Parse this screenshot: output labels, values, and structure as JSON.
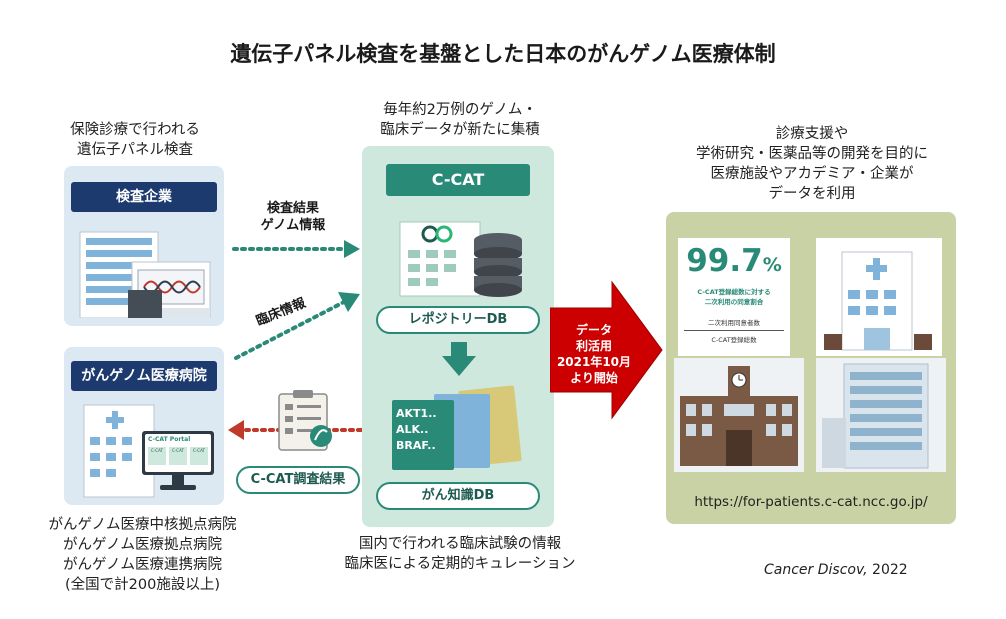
{
  "title": "遺伝子パネル検査を基盤とした日本のがんゲノム医療体制",
  "left_top_caption": [
    "保険診療で行われる",
    "遺伝子パネル検査"
  ],
  "company_label": "検査企業",
  "hospital_label": "がんゲノム医療病院",
  "hospital_screen": {
    "title": "C-CAT Portal",
    "tile": "C-CAT"
  },
  "left_bottom_caption": [
    "がんゲノム医療中核拠点病院",
    "がんゲノム医療拠点病院",
    "がんゲノム医療連携病院",
    "(全国で計200施設以上)"
  ],
  "arrow_top_label": [
    "検査結果",
    "ゲノム情報"
  ],
  "arrow_mid_label": "臨床情報",
  "result_pill": "C-CAT調査結果",
  "center_top_caption": [
    "毎年約2万例のゲノム・",
    "臨床データが新たに集積"
  ],
  "ccat_label": "C-CAT",
  "repo_pill": "レポジトリーDB",
  "books": [
    "AKT1..",
    "ALK..",
    "BRAF.."
  ],
  "knowledge_pill": "がん知識DB",
  "center_bottom_caption": [
    "国内で行われる臨床試験の情報",
    "臨床医による定期的キュレーション"
  ],
  "red_arrow": [
    "データ",
    "利活用",
    "2021年10月",
    "より開始"
  ],
  "right_top_caption": [
    "診療支援や",
    "学術研究・医薬品等の開発を目的に",
    "医療施設やアカデミア・企業が",
    "データを利用"
  ],
  "stat": {
    "percent": "99.7",
    "unit": "%",
    "desc": [
      "C-CAT登録総数に対する",
      "二次利用の同意割合"
    ],
    "numerator": "二次利用同意者数",
    "denominator": "C-CAT登録総数"
  },
  "url": "https://for-patients.c-cat.ncc.go.jp/",
  "citation_journal": "Cancer Discov,",
  "citation_year": "2022",
  "colors": {
    "teal": "#2a8a78",
    "navy": "#1d3a6e",
    "red": "#cc0000",
    "olive": "#c8d2a4"
  }
}
